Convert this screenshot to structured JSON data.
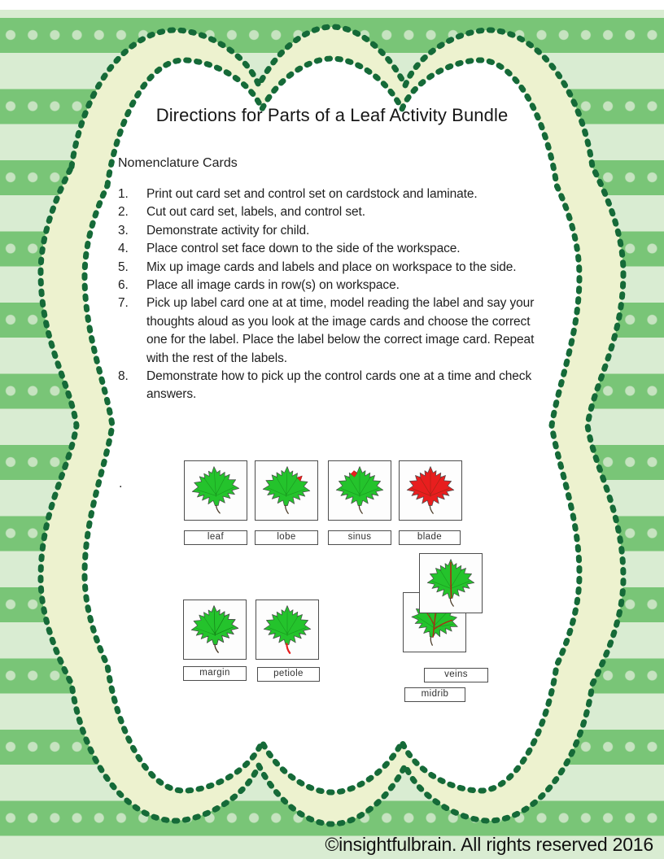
{
  "document": {
    "title": "Directions for Parts of a Leaf Activity Bundle",
    "subtitle": "Nomenclature Cards",
    "stray_period": ".",
    "footer_copyright": "©insightfulbrain. All rights reserved 2016"
  },
  "instructions": [
    {
      "num": "1.",
      "text": "Print out card set and control set on cardstock and laminate."
    },
    {
      "num": "2.",
      "text": "Cut out card set, labels, and control set."
    },
    {
      "num": "3.",
      "text": "Demonstrate activity for child."
    },
    {
      "num": "4.",
      "text": "Place control set face down to the side of the workspace."
    },
    {
      "num": "5.",
      "text": "Mix up image cards and labels and place on workspace to the side."
    },
    {
      "num": "6.",
      "text": "Place all image cards in row(s) on workspace."
    },
    {
      "num": "7.",
      "text": "Pick up label card one at at time, model reading the label and say your thoughts aloud as you look at the image cards and choose the correct one for the label. Place the label below the correct image card. Repeat with the rest of the labels."
    },
    {
      "num": "8.",
      "text": "Demonstrate how to pick up the control cards one at a time and check answers."
    }
  ],
  "cards": {
    "labels": {
      "leaf": "leaf",
      "lobe": "lobe",
      "sinus": "sinus",
      "blade": "blade",
      "margin": "margin",
      "petiole": "petiole",
      "veins": "veins",
      "midrib": "midrib"
    },
    "accents": {
      "leaf": "whole leaf green",
      "lobe": "red highlight on upper-right lobe tip",
      "sinus": "red highlight in upper-left sinus notch",
      "blade": "entire blade red",
      "margin": "red outline along right margin",
      "petiole": "red stem (petiole)",
      "veins": "red branching veins",
      "midrib": "red central midrib"
    }
  },
  "colors": {
    "stripe_green": "#79c577",
    "stripe_light": "#d9ecd2",
    "stripe_dot": "#c6e3c0",
    "frame_cream": "#edf2cf",
    "frame_dot_green": "#156a38",
    "leaf_green": "#24c32c",
    "highlight_red": "#e81e1e",
    "text": "#1e1e1e"
  }
}
